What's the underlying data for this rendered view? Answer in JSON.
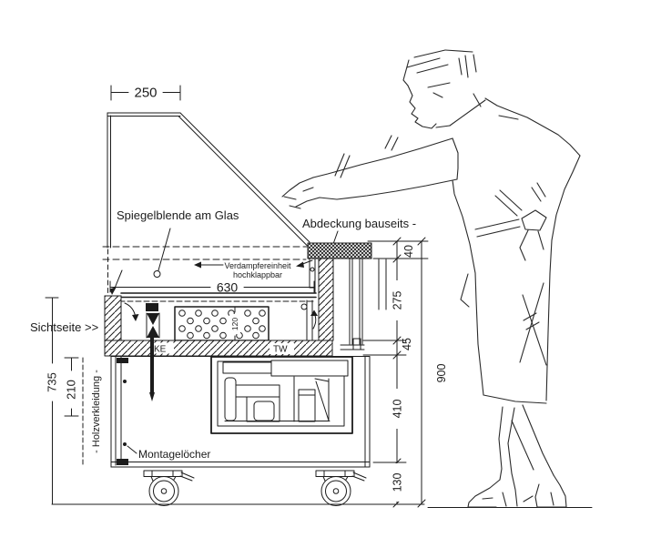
{
  "diagram": {
    "labels": {
      "spiegelblende": "Spiegelblende am Glas",
      "abdeckung": "Abdeckung bauseits -",
      "verdampfer_1": "Verdampfereinheit",
      "verdampfer_2": "hochklappbar",
      "sichtseite": "Sichtseite >>",
      "holzverkleidung": "- Holzverkleidung -",
      "montageloecher": "Montagelöcher",
      "ke": "KE",
      "tw": "TW"
    },
    "dims": {
      "w250": "250",
      "w630": "630",
      "h120": "120",
      "h40": "40",
      "h275": "275",
      "h45": "45",
      "h410": "410",
      "h130": "130",
      "h900": "900",
      "h735": "735",
      "h210": "210"
    },
    "colors": {
      "line": "#1c1c1c",
      "background": "#ffffff"
    }
  }
}
